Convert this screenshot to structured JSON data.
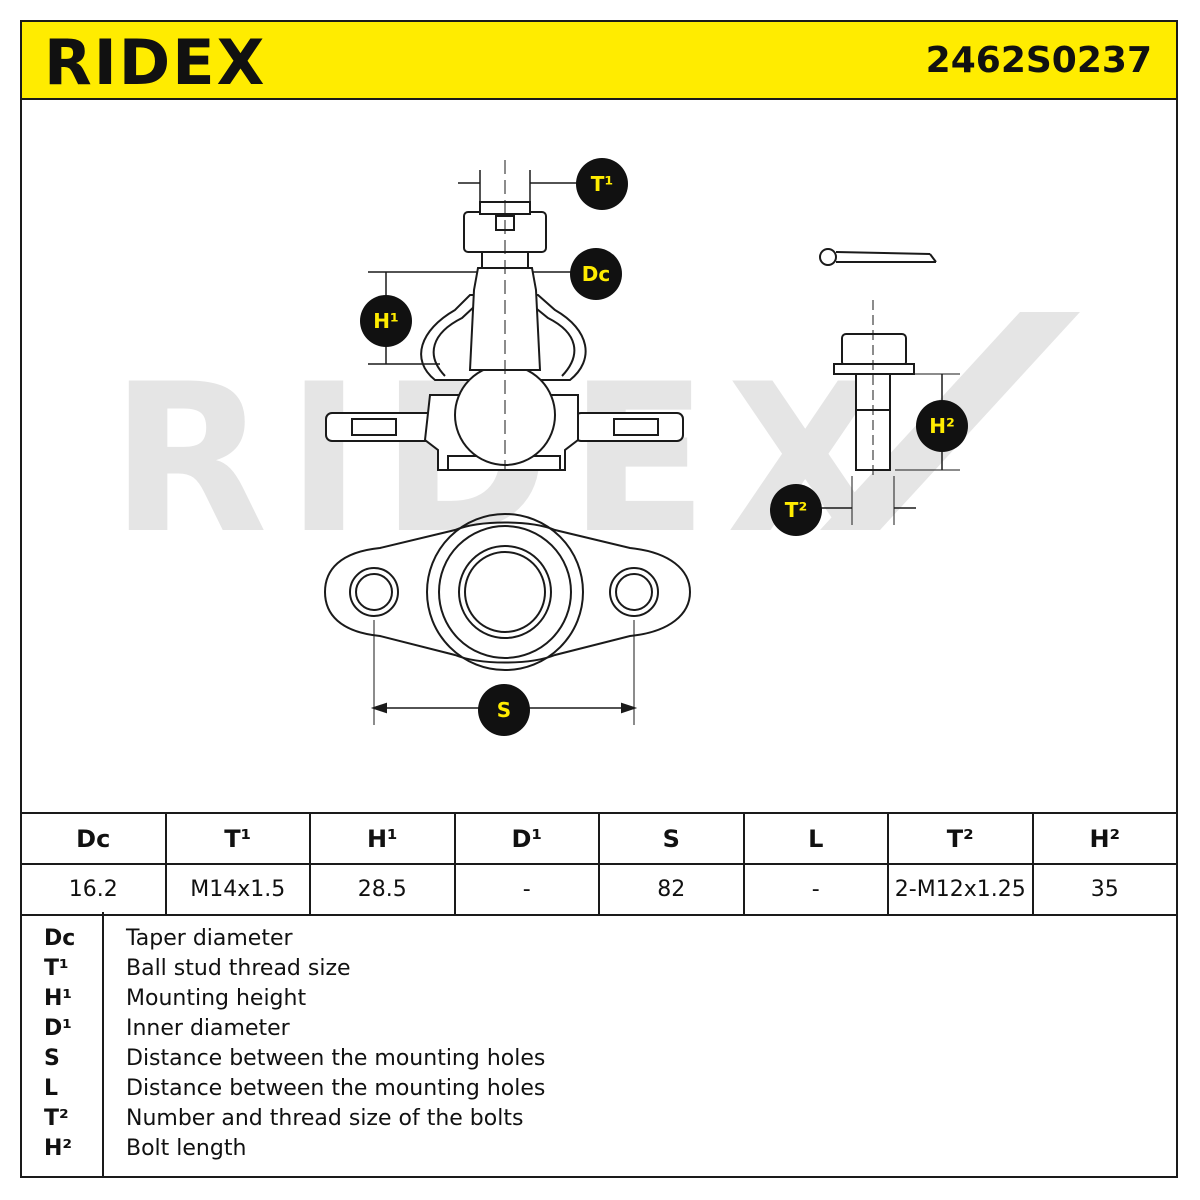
{
  "header": {
    "brand": "RIDEX",
    "part_number": "2462S0237",
    "accent_color": "#ffec00"
  },
  "drawing": {
    "watermark": "RIDEX",
    "labels": {
      "t1": "T¹",
      "dc": "Dc",
      "h1": "H¹",
      "s": "S",
      "h2": "H²",
      "t2": "T²"
    }
  },
  "spec_table": {
    "headers": [
      "Dc",
      "T¹",
      "H¹",
      "D¹",
      "S",
      "L",
      "T²",
      "H²"
    ],
    "values": [
      "16.2",
      "M14x1.5",
      "28.5",
      "-",
      "82",
      "-",
      "2-M12x1.25",
      "35"
    ]
  },
  "legend": [
    {
      "key": "Dc",
      "desc": "Taper diameter"
    },
    {
      "key": "T¹",
      "desc": "Ball stud thread size"
    },
    {
      "key": "H¹",
      "desc": "Mounting height"
    },
    {
      "key": "D¹",
      "desc": "Inner diameter"
    },
    {
      "key": "S",
      "desc": "Distance between the mounting holes"
    },
    {
      "key": "L",
      "desc": "Distance between the mounting holes"
    },
    {
      "key": "T²",
      "desc": "Number and thread size of the bolts"
    },
    {
      "key": "H²",
      "desc": "Bolt length"
    }
  ]
}
